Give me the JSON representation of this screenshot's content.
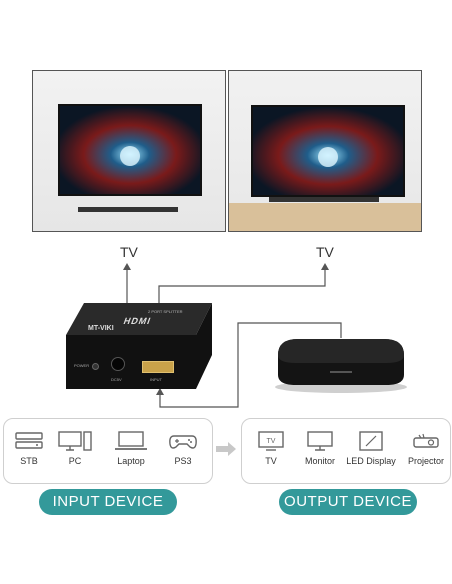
{
  "tv_labels": {
    "left": "TV",
    "right": "TV"
  },
  "splitter": {
    "brand": "MT-VIKI",
    "hdmi_logo": "HDMI",
    "model": "2 PORT SPLITTER",
    "power_label": "POWER",
    "dc_label": "DC5V",
    "input_label": "INPUT"
  },
  "input_devices": {
    "title": "INPUT DEVICE",
    "items": [
      {
        "label": "STB",
        "icon": "stb-icon"
      },
      {
        "label": "PC",
        "icon": "pc-icon"
      },
      {
        "label": "Laptop",
        "icon": "laptop-icon"
      },
      {
        "label": "PS3",
        "icon": "gamepad-icon"
      }
    ]
  },
  "output_devices": {
    "title": "OUTPUT DEVICE",
    "items": [
      {
        "label": "TV",
        "icon": "tv-icon"
      },
      {
        "label": "Monitor",
        "icon": "monitor-icon"
      },
      {
        "label": "LED Display",
        "icon": "led-display-icon"
      },
      {
        "label": "Projector",
        "icon": "projector-icon"
      }
    ]
  },
  "colors": {
    "accent": "#33999a",
    "line": "#555555",
    "box_border": "#cfcfcf"
  }
}
